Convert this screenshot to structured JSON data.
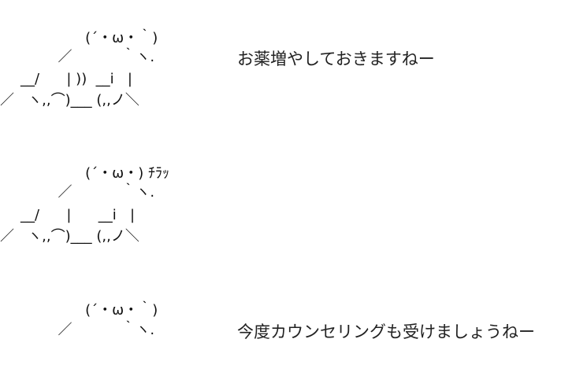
{
  "panels": [
    {
      "art_lines": [
        "   (´・ω・｀)",
        "  ／           ｀ヽ.",
        "__/      | ))  __i   |",
        "／   ヽ,,⌒)___ (,,ノ＼"
      ],
      "speech": "お薬増やしておきますねー"
    },
    {
      "art_lines": [
        "   (´・ω・) ﾁﾗｯ",
        "  ／           ｀ヽ.",
        "__/      |      __i   |",
        "／   ヽ,,⌒)___ (,,ノ＼"
      ],
      "speech": ""
    },
    {
      "art_lines": [
        "   (´・ω・｀)",
        "  ／           ｀ヽ."
      ],
      "speech": "今度カウンセリングも受けましょうねー"
    }
  ]
}
